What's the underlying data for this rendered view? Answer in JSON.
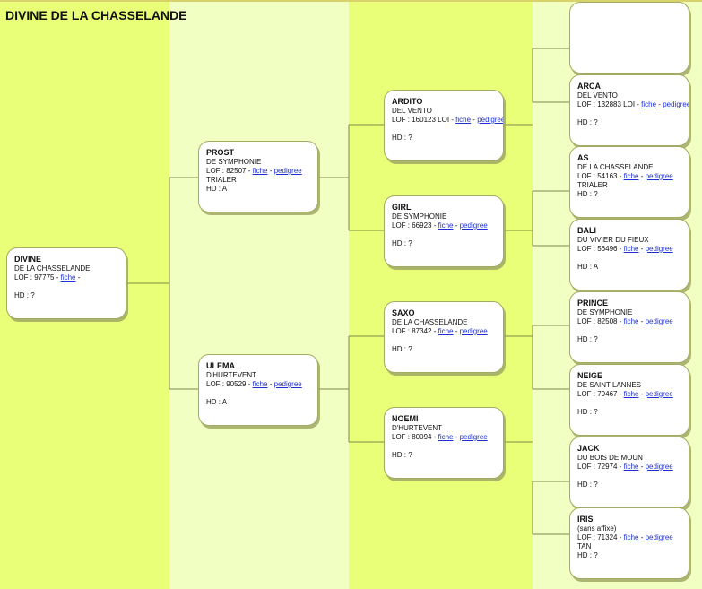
{
  "page": {
    "title": "DIVINE DE LA CHASSELANDE"
  },
  "colors": {
    "col_dark": "#e9ff77",
    "col_light": "#f1ffc3",
    "connector": "#7f8a47"
  },
  "links": {
    "fiche": "fiche",
    "pedigree": "pedigree"
  },
  "dogs": {
    "divine": {
      "name": "DIVINE",
      "affix": "DE LA CHASSELANDE",
      "lof": "LOF : 97775 -",
      "extra": "",
      "hd": "HD : ?"
    },
    "prost": {
      "name": "PROST",
      "affix": "DE SYMPHONIE",
      "lof": "LOF : 82507 -",
      "extra": "TRIALER",
      "hd": "HD : A"
    },
    "ulema": {
      "name": "ULEMA",
      "affix": "D'HURTEVENT",
      "lof": "LOF : 90529 -",
      "extra": "",
      "hd": "HD : A"
    },
    "ardito": {
      "name": "ARDITO",
      "affix": "DEL VENTO",
      "lof": "LOF : 160123 LOI -",
      "extra": "",
      "hd": "HD : ?"
    },
    "girl": {
      "name": "GIRL",
      "affix": "DE SYMPHONIE",
      "lof": "LOF : 66923 -",
      "extra": "",
      "hd": "HD : ?"
    },
    "saxo": {
      "name": "SAXO",
      "affix": "DE LA CHASSELANDE",
      "lof": "LOF : 87342 -",
      "extra": "",
      "hd": "HD : ?"
    },
    "noemi": {
      "name": "NOEMI",
      "affix": "D'HURTEVENT",
      "lof": "LOF : 80094 -",
      "extra": "",
      "hd": "HD : ?"
    },
    "arca": {
      "name": "ARCA",
      "affix": "DEL VENTO",
      "lof": "LOF : 132883 LOI -",
      "extra": "",
      "hd": "HD : ?"
    },
    "as": {
      "name": "AS",
      "affix": "DE LA CHASSELANDE",
      "lof": "LOF : 54163 -",
      "extra": "TRIALER",
      "hd": "HD : ?"
    },
    "bali": {
      "name": "BALI",
      "affix": "DU VIVIER DU FIEUX",
      "lof": "LOF : 56496 -",
      "extra": "",
      "hd": "HD : A"
    },
    "prince": {
      "name": "PRINCE",
      "affix": "DE SYMPHONIE",
      "lof": "LOF : 82508 -",
      "extra": "",
      "hd": "HD : ?"
    },
    "neige": {
      "name": "NEIGE",
      "affix": "DE SAINT LANNES",
      "lof": "LOF : 79467 -",
      "extra": "",
      "hd": "HD : ?"
    },
    "jack": {
      "name": "JACK",
      "affix": "DU BOIS DE MOUN",
      "lof": "LOF : 72974 -",
      "extra": "",
      "hd": "HD : ?"
    },
    "iris": {
      "name": "IRIS",
      "affix": "(sans affixe)",
      "lof": "LOF : 71324 -",
      "extra": "TAN",
      "hd": "HD : ?"
    }
  }
}
